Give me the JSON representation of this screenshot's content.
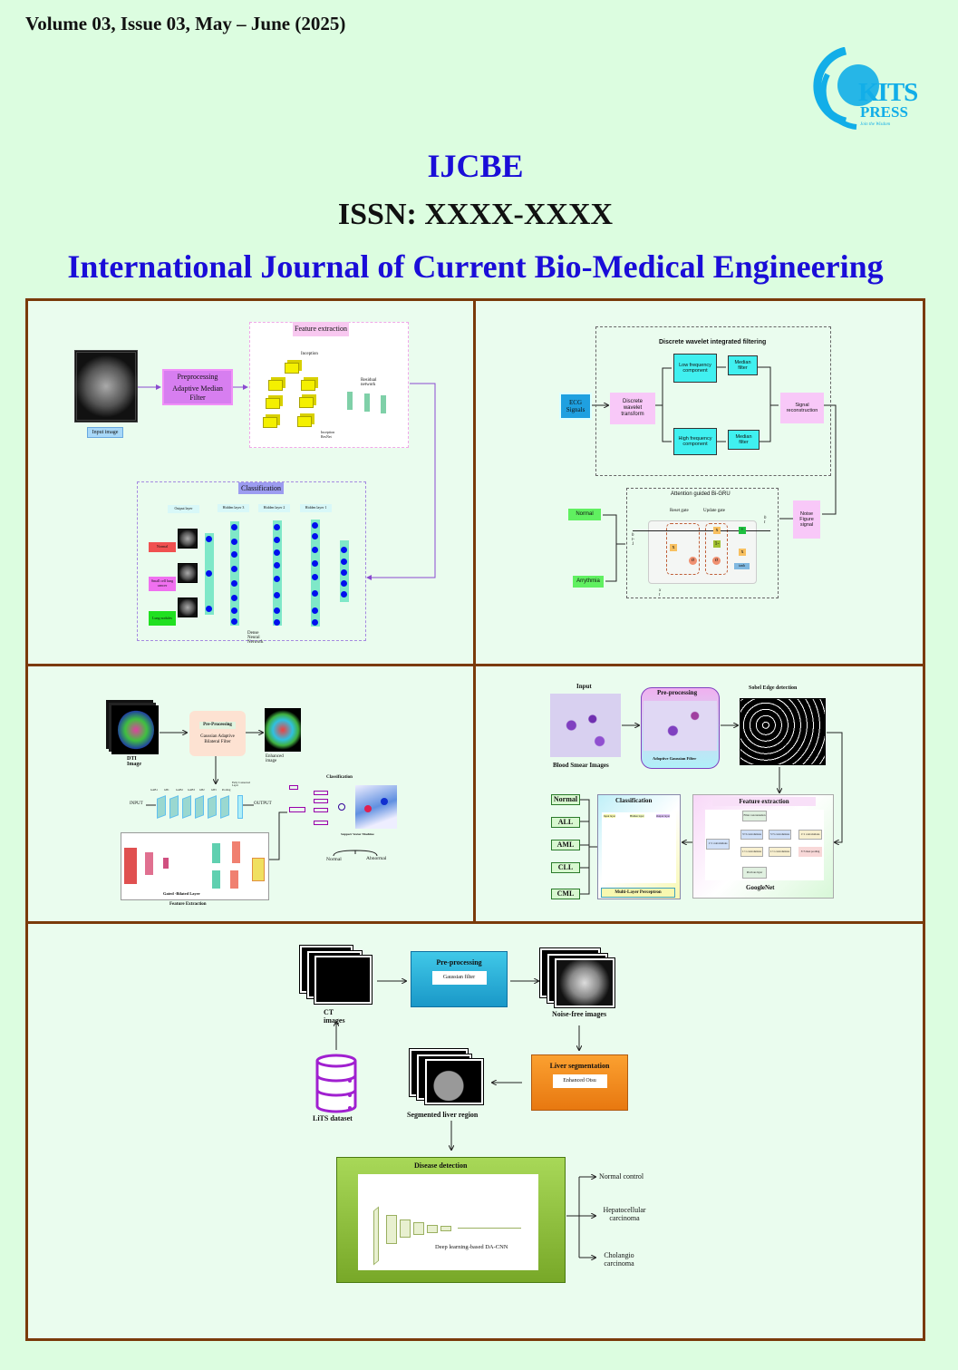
{
  "header": {
    "volume_line": "Volume 03, Issue 03, May – June (2025)",
    "journal_abbr": "IJCBE",
    "issn": "ISSN: XXXX-XXXX",
    "journal_name": "International Journal of Current Bio-Medical Engineering",
    "logo": {
      "line1": "KITS",
      "line2": "PRESS",
      "tagline": "Join the Wisdom",
      "color": "#12aee8"
    }
  },
  "colors": {
    "border": "#7a3a0a",
    "title_blue": "#1a0dd8",
    "background": "#dcfde0"
  },
  "panel1": {
    "input_label": "Input image",
    "preprocessing": {
      "title": "Preprocessing",
      "subtitle": "Adaptive Median Filter"
    },
    "feature_extraction": {
      "title": "Feature extraction",
      "inception": "Inception",
      "residual": "Residual network",
      "inception_resnet": "Inception ResNet"
    },
    "classification": {
      "title": "Classification",
      "layers": [
        "Output layer",
        "Hidden layer 3",
        "Hidden layer 2",
        "Hidden layer 1"
      ],
      "classes": [
        "Normal",
        "Small cell lung cancer",
        "Lung nodules"
      ],
      "network": "Dense Neural Network"
    }
  },
  "panel2": {
    "dwt_title": "Discrete wavelet integrated filtering",
    "ecg": "ECG Signals",
    "dwt": "Discrete wavelet transform",
    "low": "Low frequency component",
    "high": "High frequency component",
    "median1": "Median filter",
    "median2": "Median filter",
    "reconstruction": "Signal reconstruction",
    "noise": "Noise Figure signal",
    "gru_title": "Attention guided Bi-GRU",
    "reset_gate": "Reset gate",
    "update_gate": "Update gate",
    "outputs": [
      "Normal",
      "Arrythmia"
    ],
    "symbols": {
      "h_prev": "h t-1",
      "h_t": "h t",
      "x_t": "x t",
      "tanh": "tanh",
      "one_minus": "1-",
      "sigma": "σ",
      "times": "x",
      "plus": "+"
    }
  },
  "panel3": {
    "dti_label": "DTI Image",
    "preprocessing": {
      "title": "Pre-Processing",
      "subtitle": "Gaussian Adaptive Bilateral Filter"
    },
    "enhanced_label": "Enhanced image",
    "input": "INPUT",
    "output": "OUTPUT",
    "layer_labels": [
      "GAB1",
      "GB1",
      "GAB2",
      "GAB3",
      "GB2",
      "GB3",
      "Pooling",
      "Fully Connected Layer"
    ],
    "gated_layer": "Gated -Bilated Layer",
    "feature_extraction": "Feature Extraction",
    "classification": "Classification",
    "svm": "Support Vector Machine",
    "results": [
      "Normal",
      "Abnormal"
    ]
  },
  "panel4": {
    "input": "Input",
    "blood_smear": "Blood Smear Images",
    "preprocessing": {
      "title": "Pre-processing",
      "subtitle": "Adoptive Gaussian Filter"
    },
    "sobel": "Sobel Edge detection",
    "classification": "Classification",
    "mlp": "Multi-Layer Perceptron",
    "mlp_layers": [
      "Input layer",
      "Hidden layer",
      "Output layer"
    ],
    "feature_extraction": "Feature extraction",
    "googlenet": "GoogleNet",
    "inception_blocks": [
      "Filter concatenation",
      "1×1 convolutions",
      "3×3 convolutions",
      "5×5 convolutions",
      "1×1 convolutions",
      "1×1 convolutions",
      "1×1 convolutions",
      "3×3 max pooling",
      "Previous layer"
    ],
    "classes": [
      "Normal",
      "ALL",
      "AML",
      "CLL",
      "CML"
    ]
  },
  "panel5": {
    "ct_label": "CT images",
    "preprocessing": {
      "title": "Pre-processing",
      "subtitle": "Gaussian filter"
    },
    "noise_free": "Noise-free images",
    "dataset": "LiTS dataset",
    "segmented": "Segmented liver region",
    "segmentation": {
      "title": "Liver segmentation",
      "subtitle": "Enhanced Otsu"
    },
    "detection": {
      "title": "Disease detection",
      "model": "Deep learning-based DA-CNN"
    },
    "outputs": [
      "Normal control",
      "Hepatocellular carcinoma",
      "Cholangio carcinoma"
    ]
  }
}
